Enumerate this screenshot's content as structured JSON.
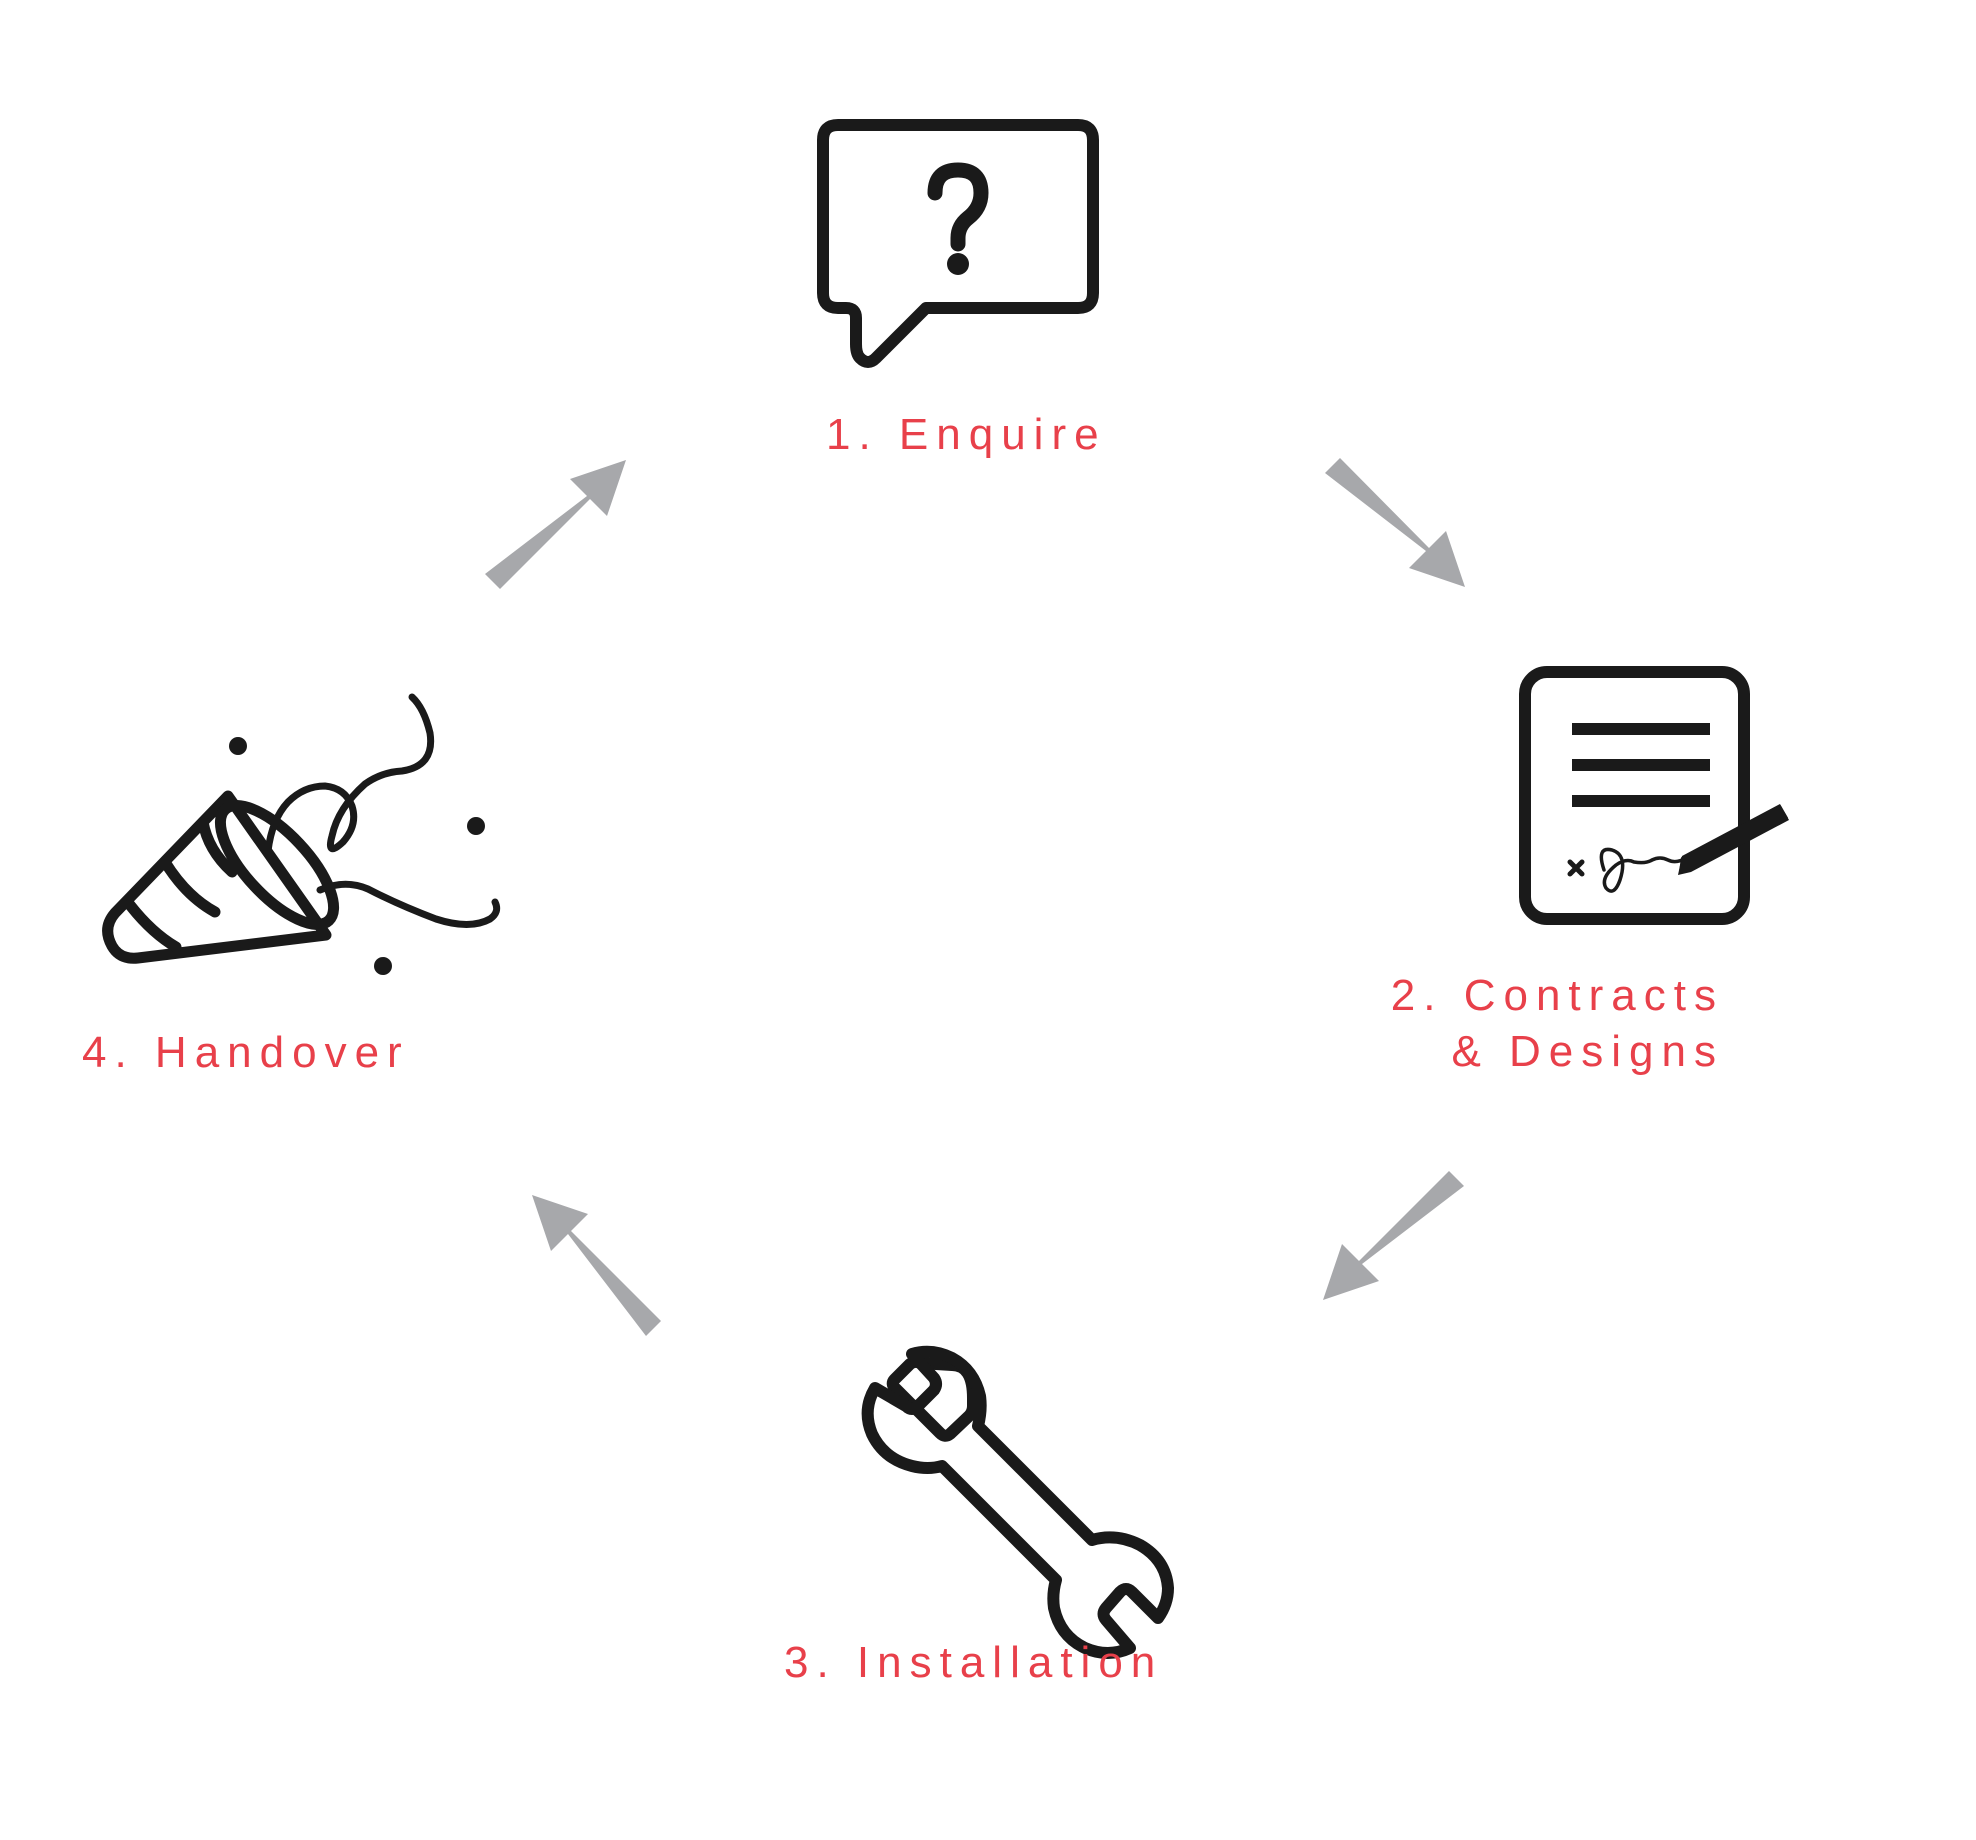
{
  "colors": {
    "label": "#e8404a",
    "icon": "#1a1a1a",
    "arrow": "#a7a8ab",
    "background": "#ffffff"
  },
  "steps": [
    {
      "id": "enquire",
      "label_lines": [
        "1. Enquire"
      ],
      "icon": "question-speech-bubble-icon"
    },
    {
      "id": "contracts",
      "label_lines": [
        "2. Contracts",
        "& Designs"
      ],
      "icon": "signed-document-icon"
    },
    {
      "id": "installation",
      "label_lines": [
        "3. Installation"
      ],
      "icon": "wrench-icon"
    },
    {
      "id": "handover",
      "label_lines": [
        "4. Handover"
      ],
      "icon": "party-popper-icon"
    }
  ],
  "arrows": [
    {
      "from": "enquire",
      "to": "contracts",
      "direction": "down-right"
    },
    {
      "from": "contracts",
      "to": "installation",
      "direction": "down-left"
    },
    {
      "from": "installation",
      "to": "handover",
      "direction": "up-left"
    },
    {
      "from": "handover",
      "to": "enquire",
      "direction": "up-right"
    }
  ]
}
